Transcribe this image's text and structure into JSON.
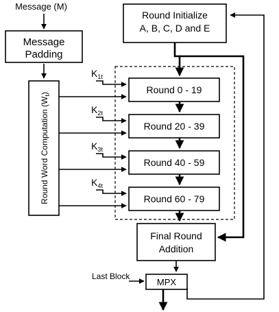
{
  "diagram": {
    "message_label": "Message (M)",
    "message_padding": [
      "Message",
      "Padding"
    ],
    "round_word_computation": "Round Word Computation (W",
    "round_word_subscript": "t",
    "round_word_close": ")",
    "round_initialize": [
      "Round Initialize",
      "A, B, C, D and E"
    ],
    "constants": [
      {
        "base": "K",
        "sub": "1t"
      },
      {
        "base": "K",
        "sub": "2t"
      },
      {
        "base": "K",
        "sub": "3t"
      },
      {
        "base": "K",
        "sub": "4t"
      }
    ],
    "rounds": [
      "Round 0 - 19",
      "Round 20 - 39",
      "Round 40 - 59",
      "Round 60 - 79"
    ],
    "final_round": [
      "Final Round",
      "Addition"
    ],
    "last_block": "Last Block",
    "mpx": "MPX"
  }
}
